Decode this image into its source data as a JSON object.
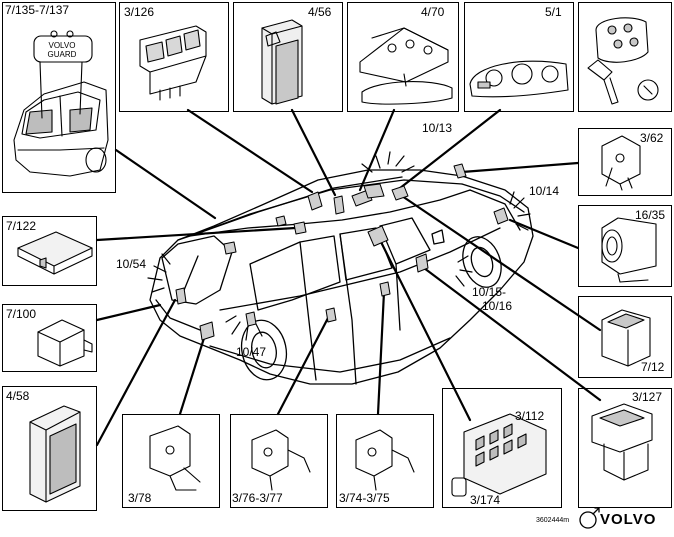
{
  "callouts": [
    {
      "id": "c1",
      "text": "7/135-7/137"
    },
    {
      "id": "c2",
      "text": "3/126"
    },
    {
      "id": "c3",
      "text": "4/56"
    },
    {
      "id": "c4",
      "text": "4/70"
    },
    {
      "id": "c5",
      "text": "5/1"
    },
    {
      "id": "c6",
      "text": "10/13"
    },
    {
      "id": "c7",
      "text": "3/62"
    },
    {
      "id": "c8",
      "text": "10/14"
    },
    {
      "id": "c9",
      "text": "16/35"
    },
    {
      "id": "c10",
      "text": "7/122"
    },
    {
      "id": "c11",
      "text": "10/54"
    },
    {
      "id": "c12",
      "text": "7/100"
    },
    {
      "id": "c13",
      "text": "10/15-"
    },
    {
      "id": "c14",
      "text": "10/16"
    },
    {
      "id": "c15",
      "text": "10/47"
    },
    {
      "id": "c16",
      "text": "7/12"
    },
    {
      "id": "c17",
      "text": "4/58"
    },
    {
      "id": "c18",
      "text": "3/127"
    },
    {
      "id": "c19",
      "text": "3/112"
    },
    {
      "id": "c20",
      "text": "3/174"
    },
    {
      "id": "c21",
      "text": "3/78"
    },
    {
      "id": "c22",
      "text": "3/76-3/77"
    },
    {
      "id": "c23",
      "text": "3/74-3/75"
    }
  ],
  "sticker": {
    "line1": "VOLVO",
    "line2": "GUARD"
  },
  "footer": {
    "code": "3602444m",
    "brand": "VOLVO"
  }
}
